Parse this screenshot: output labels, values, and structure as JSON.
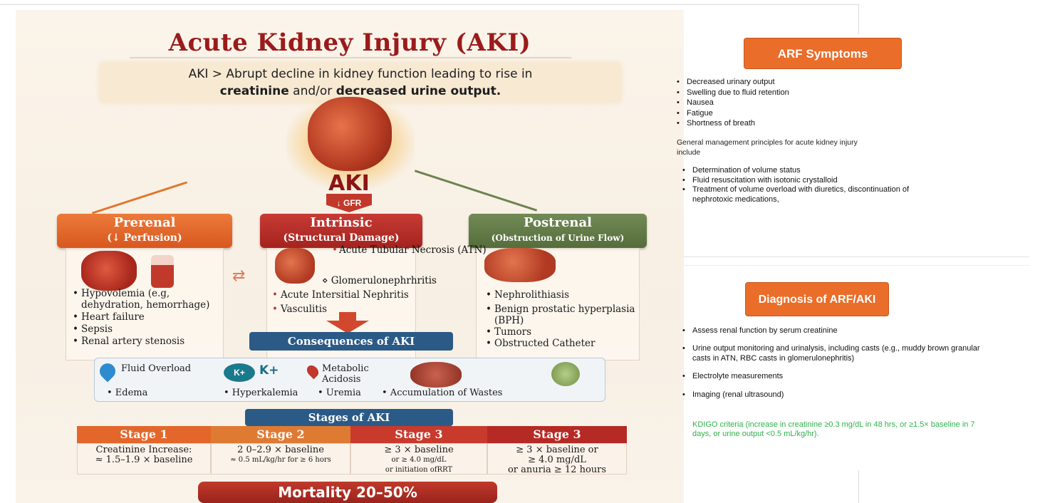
{
  "infographic": {
    "title": "Acute Kidney Injury (AKI)",
    "definition": {
      "lead": "AKI",
      "arrow": ">",
      "text1": "Abrupt decline in kidney function leading to rise in",
      "bold1": "creatinine",
      "mid": "and/or",
      "bold2": "decreased urine output."
    },
    "center_label": "AKI",
    "gfr_label": "↓ GFR",
    "categories": {
      "prerenal": {
        "title": "Prerenal",
        "subtitle": "(↓ Perfusion)",
        "items": [
          "Hypovolemia (e.g, dehydration, hemorrhage)",
          "Heart failure",
          "Sepsis",
          "Renal artery stenosis"
        ]
      },
      "intrinsic": {
        "title": "Intrinsic",
        "subtitle": "(Structural Damage)",
        "atn": [
          "Acute Tubular Necrosis (ATN)"
        ],
        "glom": "⋄ Glomerulonephrhritis",
        "items": [
          "Acute Intersitial Nephritis",
          "Vasculitis"
        ]
      },
      "postrenal": {
        "title": "Postrenal",
        "subtitle": "(Obstruction of Urine Flow)",
        "items": [
          "Nephrolithiasis",
          "Benign prostatic hyperplasia (BPH)",
          "Tumors",
          "Obstructed Catheter"
        ]
      }
    },
    "consequences": {
      "title": "Consequences of AKI",
      "fluid": "Fluid Overload",
      "k_badge": "K+",
      "k_text": "K+",
      "acidosis": "Metabolic Acidosis",
      "edema": "• Edema",
      "hyperkalemia": "• Hyperkalemia",
      "uremia": "• Uremia",
      "wastes": "• Accumulation of Wastes"
    },
    "stages": {
      "title": "Stages of AKI",
      "items": [
        {
          "label": "Stage 1",
          "line1": "Creatinine Increase:",
          "line2": "≈ 1.5–1.9 × baseline",
          "line3": ""
        },
        {
          "label": "Stage 2",
          "line1": "2 0–2.9 × baseline",
          "line2": "≈ 0.5 mL/kg/hr for ≥ 6 hors",
          "line3": ""
        },
        {
          "label": "Stage 3",
          "line1": "≥ 3 × baseline",
          "line2": "or ≥ 4.0 mg/dL",
          "line3": "or initiation ofRRT"
        },
        {
          "label": "Stage 3",
          "line1": "≥ 3 × baseline or",
          "line2": "≥ 4.0 mg/dL",
          "line3": "or anuria ≥ 12 hours"
        }
      ]
    },
    "mortality": "Mortality 20–50%"
  },
  "symptoms": {
    "button_label": "ARF Symptoms",
    "items": [
      "Decreased urinary output",
      "Swelling due to fluid retention",
      "Nausea",
      "Fatigue",
      "Shortness of breath"
    ],
    "management_intro": "General management principles for acute kidney injury include",
    "management_items": [
      "Determination of volume status",
      "Fluid resuscitation with isotonic crystalloid",
      "Treatment of volume overload with diuretics, discontinuation of nephrotoxic medications,"
    ]
  },
  "diagnosis": {
    "button_label": "Diagnosis of ARF/AKI",
    "items": [
      "Assess renal function by serum creatinine",
      "Urine output monitoring and urinalysis, including casts (e.g., muddy brown granular casts in ATN, RBC casts in glomerulonephritis)",
      "Electrolyte measurements",
      "Imaging (renal ultrasound)"
    ],
    "kdigo": "KDIGO criteria (increase in creatinine ≥0.3 mg/dL in 48 hrs, or ≥1.5× baseline in 7 days, or urine output <0.5 mL/kg/hr).",
    "kdigo_color": "#2eb24a"
  },
  "colors": {
    "accent_orange": "#ea6d2a",
    "title_red": "#9b1b1b",
    "navy": "#2b5a87"
  }
}
